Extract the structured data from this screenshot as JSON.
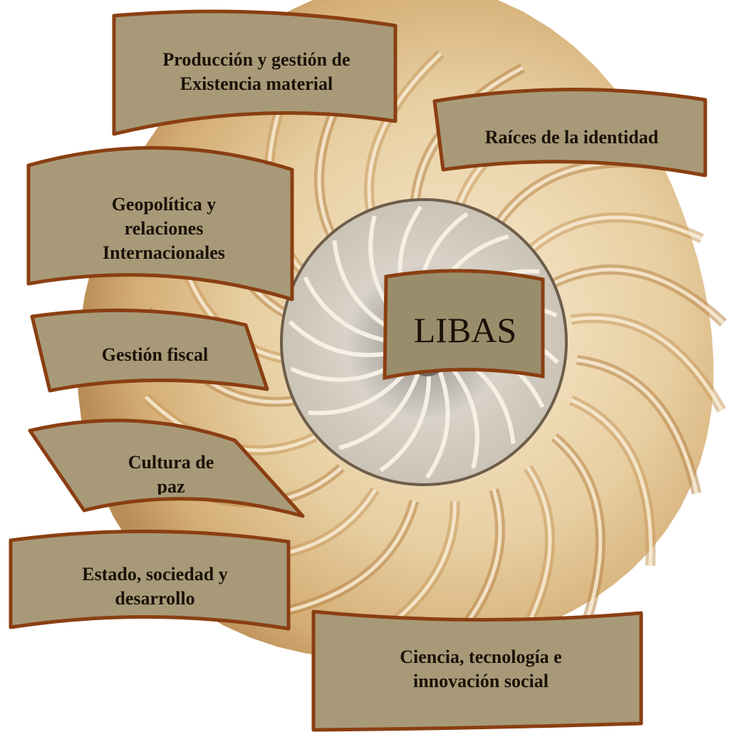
{
  "diagram": {
    "center_label": "LIBAS",
    "areas": [
      {
        "id": "produccion",
        "label": "Producción y gestión de\nExistencia material"
      },
      {
        "id": "raices",
        "label": "Raíces de la identidad"
      },
      {
        "id": "geopolitica",
        "label": "Geopolítica y\nrelaciones\nInternacionales"
      },
      {
        "id": "fiscal",
        "label": "Gestión fiscal"
      },
      {
        "id": "paz",
        "label": "Cultura de\npaz"
      },
      {
        "id": "estado",
        "label": "Estado, sociedad y\ndesarrollo"
      },
      {
        "id": "ciencia",
        "label": "Ciencia, tecnología e\ninnovación social"
      }
    ]
  },
  "colors": {
    "banner_fill": "#a89a78",
    "banner_border": "#8a3f12",
    "center_fill": "#9a8d6c",
    "shell_light": "#f3e2c2",
    "shell_mid": "#e2c79a",
    "shell_dark": "#b98d55",
    "shell_inner": "#c9c4bc"
  }
}
